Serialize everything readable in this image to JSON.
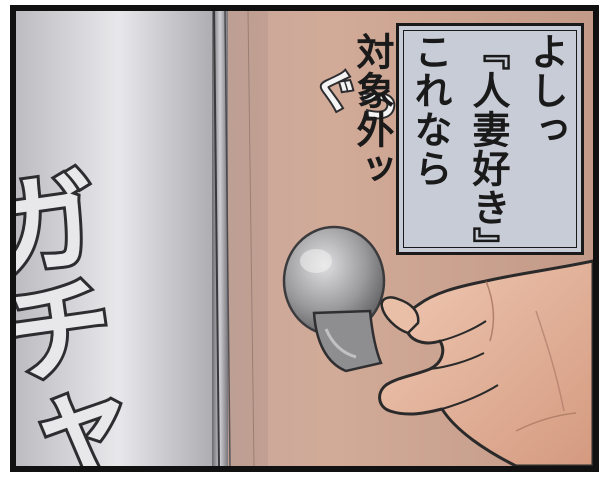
{
  "caption": {
    "lines": [
      "よしっ",
      "『人妻好き』",
      "これなら",
      "対象外ッ"
    ]
  },
  "sound_effects": {
    "door_knob": "ガチャ",
    "grip": "ぐっ"
  },
  "colors": {
    "frame": "#111111",
    "caption_bg": "#c7ccd6",
    "wall": "#c9a99a",
    "door": "#d6d5d8",
    "knob": "#9d9d9f",
    "skin": "#e6b89f",
    "ink": "#2a2a2a"
  }
}
